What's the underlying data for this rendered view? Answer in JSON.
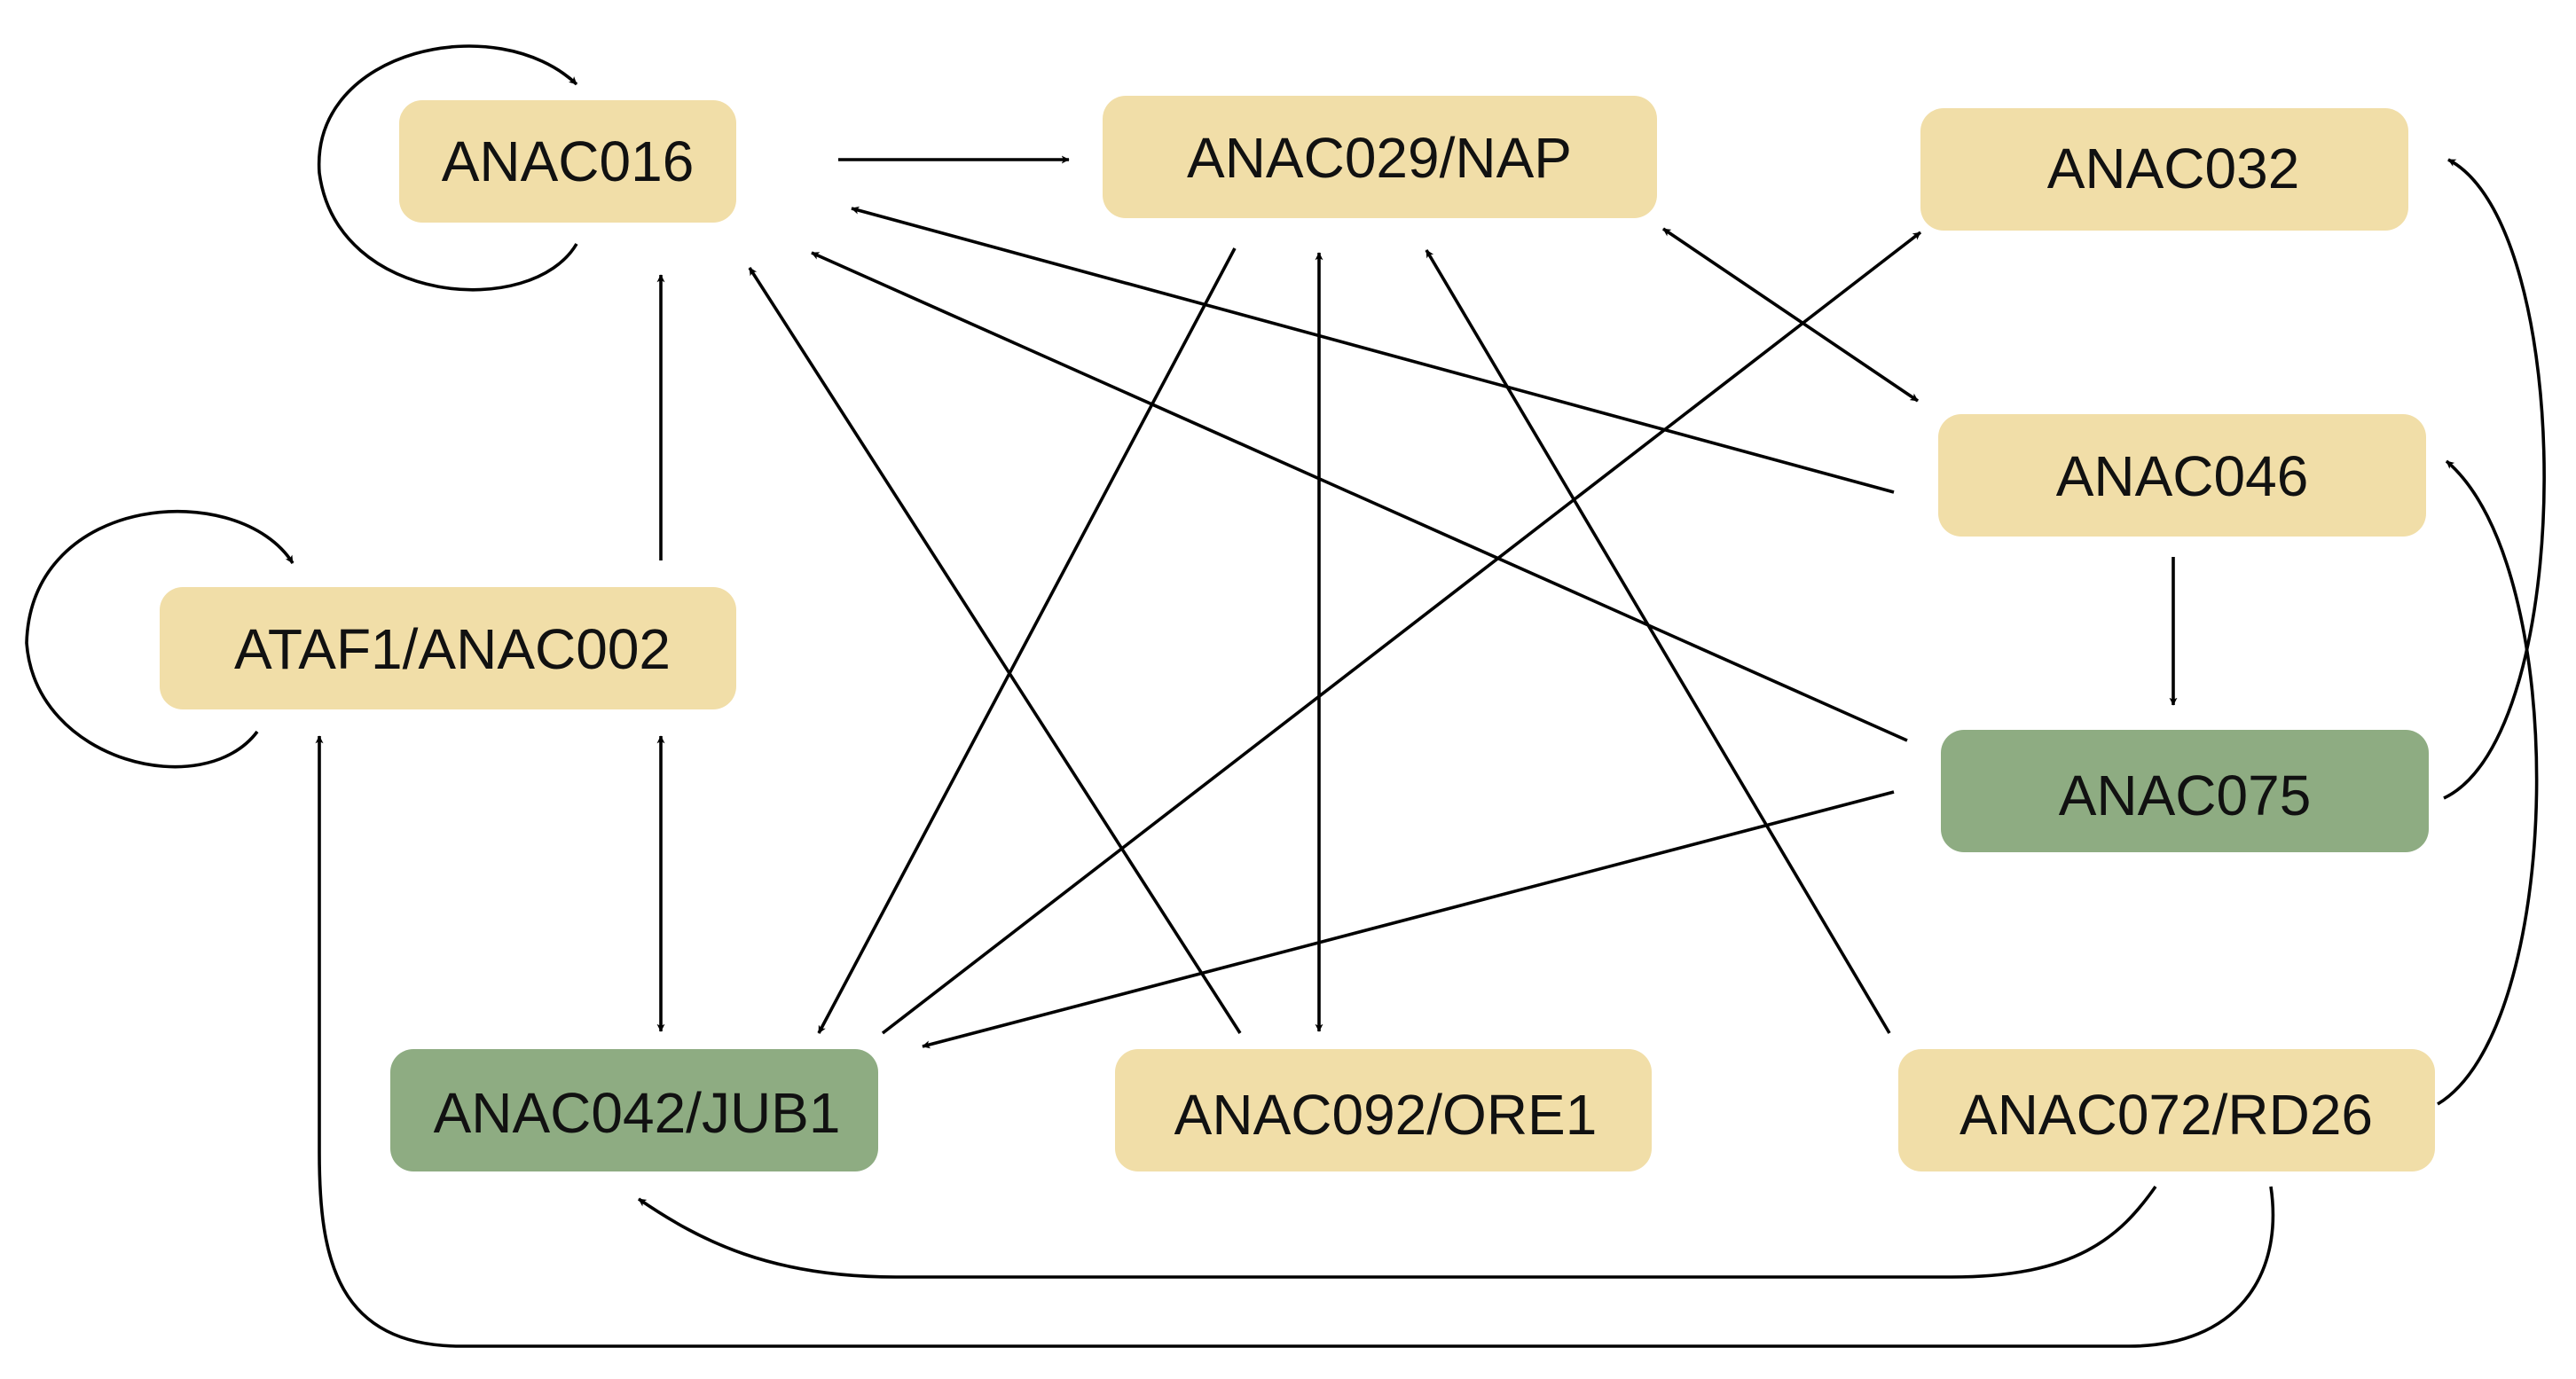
{
  "colors": {
    "node_default": "#f1dea8",
    "node_highlight": "#8eac82",
    "edge": "#000000",
    "text": "#111111"
  },
  "nodes": {
    "anac016": {
      "label": "ANAC016",
      "fill": "#f1dea8"
    },
    "anac029": {
      "label": "ANAC029/NAP",
      "fill": "#f1dea8"
    },
    "anac032": {
      "label": "ANAC032",
      "fill": "#f1dea8"
    },
    "ataf1": {
      "label": "ATAF1/ANAC002",
      "fill": "#f1dea8"
    },
    "anac046": {
      "label": "ANAC046",
      "fill": "#f1dea8"
    },
    "anac075": {
      "label": "ANAC075",
      "fill": "#8eac82"
    },
    "anac042": {
      "label": "ANAC042/JUB1",
      "fill": "#8eac82"
    },
    "anac092": {
      "label": "ANAC092/ORE1",
      "fill": "#f1dea8"
    },
    "anac072": {
      "label": "ANAC072/RD26",
      "fill": "#f1dea8"
    }
  },
  "edges": [
    {
      "from": "ANAC016",
      "to": "ANAC016",
      "type": "self-loop"
    },
    {
      "from": "ATAF1/ANAC002",
      "to": "ATAF1/ANAC002",
      "type": "self-loop"
    },
    {
      "from": "ANAC016",
      "to": "ANAC029/NAP",
      "type": "directed"
    },
    {
      "from": "ATAF1/ANAC002",
      "to": "ANAC016",
      "type": "directed"
    },
    {
      "from": "ATAF1/ANAC002",
      "to": "ANAC042/JUB1",
      "type": "bidirectional"
    },
    {
      "from": "ANAC029/NAP",
      "to": "ANAC042/JUB1",
      "type": "directed"
    },
    {
      "from": "ANAC029/NAP",
      "to": "ANAC092/ORE1",
      "type": "bidirectional"
    },
    {
      "from": "ANAC029/NAP",
      "to": "ANAC046",
      "type": "bidirectional"
    },
    {
      "from": "ANAC092/ORE1",
      "to": "ANAC016",
      "type": "directed"
    },
    {
      "from": "ANAC042/JUB1",
      "to": "ANAC032",
      "type": "directed"
    },
    {
      "from": "ANAC046",
      "to": "ANAC016",
      "type": "directed"
    },
    {
      "from": "ANAC075",
      "to": "ANAC016",
      "type": "directed"
    },
    {
      "from": "ANAC075",
      "to": "ANAC042/JUB1",
      "type": "directed"
    },
    {
      "from": "ANAC046",
      "to": "ANAC075",
      "type": "directed"
    },
    {
      "from": "ANAC075",
      "to": "ANAC032",
      "type": "directed"
    },
    {
      "from": "ANAC072/RD26",
      "to": "ANAC029/NAP",
      "type": "directed"
    },
    {
      "from": "ANAC072/RD26",
      "to": "ANAC046",
      "type": "directed"
    },
    {
      "from": "ANAC072/RD26",
      "to": "ANAC042/JUB1",
      "type": "directed"
    },
    {
      "from": "ANAC072/RD26",
      "to": "ATAF1/ANAC002",
      "type": "directed"
    }
  ]
}
